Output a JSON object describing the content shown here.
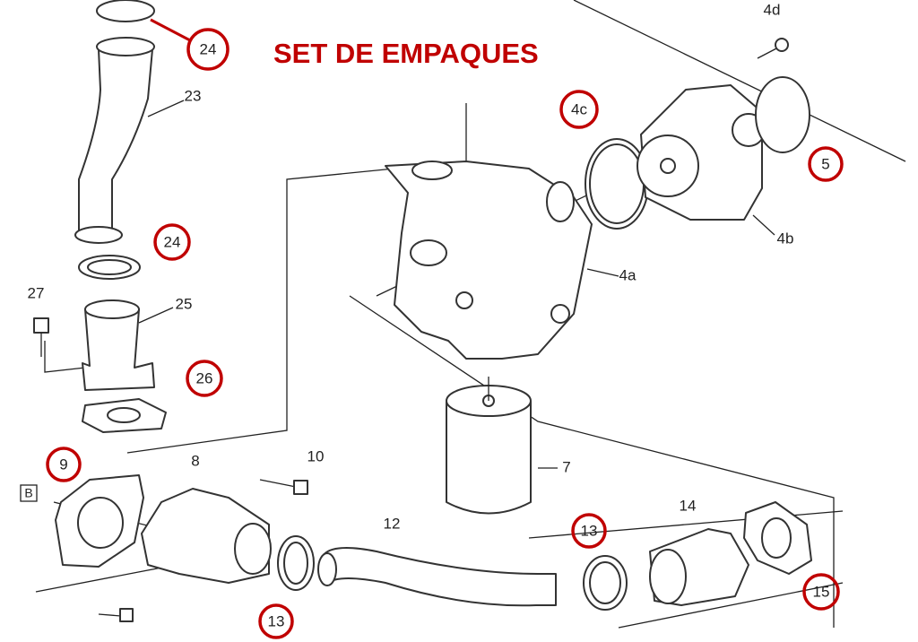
{
  "title": "SET DE EMPAQUES",
  "accent_color": "#c00000",
  "gasket_callouts": [
    "24",
    "24",
    "26",
    "9",
    "13",
    "13",
    "15",
    "4c",
    "5"
  ],
  "part_labels": [
    "23",
    "27",
    "25",
    "8",
    "10",
    "12",
    "7",
    "14",
    "4d",
    "4b",
    "4a"
  ],
  "reference_box": "B"
}
